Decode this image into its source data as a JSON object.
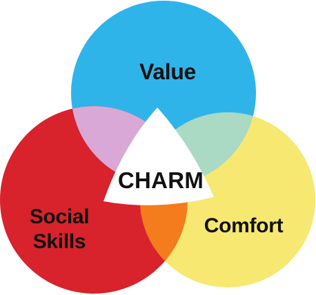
{
  "diagram": {
    "center_label": "CHARM",
    "circles": [
      {
        "label": "Value",
        "color": "#2fb4ea"
      },
      {
        "label_lines": [
          "Social",
          "Skills"
        ],
        "color": "#d8232c"
      },
      {
        "label": "Comfort",
        "color": "#f6e871"
      }
    ],
    "overlaps": {
      "value_social": "#d9a8d6",
      "value_comfort": "#aad9c4",
      "social_comfort": "#f47c1c"
    },
    "center_fill": "#ffffff"
  }
}
